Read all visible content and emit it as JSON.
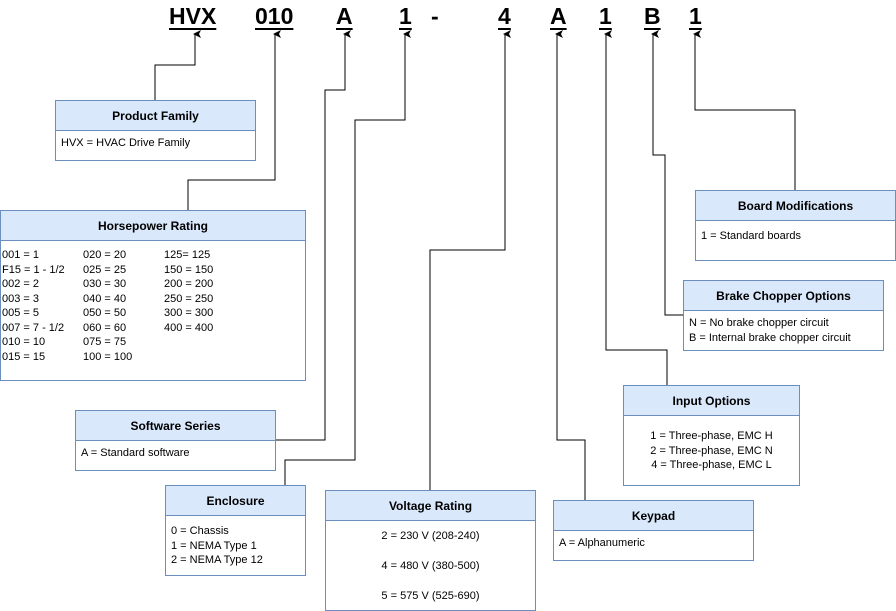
{
  "model_code": {
    "segments": [
      "HVX",
      "010",
      "A",
      "1",
      "-",
      "4",
      "A",
      "1",
      "B",
      "1"
    ]
  },
  "boxes": {
    "product_family": {
      "title": "Product Family",
      "lines": [
        "HVX = HVAC Drive Family"
      ]
    },
    "horsepower": {
      "title": "Horsepower Rating",
      "col1": [
        "001 = 1",
        "F15 = 1 - 1/2",
        "002 = 2",
        "003 = 3",
        "005 = 5",
        "007 = 7 - 1/2",
        "010 = 10",
        "015 = 15"
      ],
      "col2": [
        "020 = 20",
        "025 = 25",
        "030 = 30",
        "040 = 40",
        "050 = 50",
        "060 = 60",
        "075 = 75",
        "100 = 100"
      ],
      "col3": [
        "125= 125",
        "150 = 150",
        "200 = 200",
        "250 = 250",
        "300 = 300",
        "400 = 400"
      ]
    },
    "software": {
      "title": "Software Series",
      "lines": [
        "A = Standard software"
      ]
    },
    "enclosure": {
      "title": "Enclosure",
      "lines": [
        "0 = Chassis",
        "1 = NEMA Type 1",
        "2 = NEMA Type 12"
      ]
    },
    "voltage": {
      "title": "Voltage Rating",
      "lines": [
        "2 = 230 V (208-240)",
        "4 = 480 V (380-500)",
        "5 = 575 V (525-690)"
      ]
    },
    "keypad": {
      "title": "Keypad",
      "lines": [
        "A = Alphanumeric"
      ]
    },
    "input": {
      "title": "Input Options",
      "lines": [
        "1 = Three-phase, EMC H",
        "2 = Three-phase, EMC N",
        "4 = Three-phase, EMC L"
      ]
    },
    "brake": {
      "title": "Brake Chopper Options",
      "lines": [
        "N = No brake chopper circuit",
        "B = Internal brake chopper circuit"
      ]
    },
    "board": {
      "title": "Board Modifications",
      "lines": [
        "1 = Standard boards"
      ]
    }
  },
  "colors": {
    "header_fill": "#dae8fc",
    "border": "#6c8ebf",
    "line": "#000000"
  }
}
